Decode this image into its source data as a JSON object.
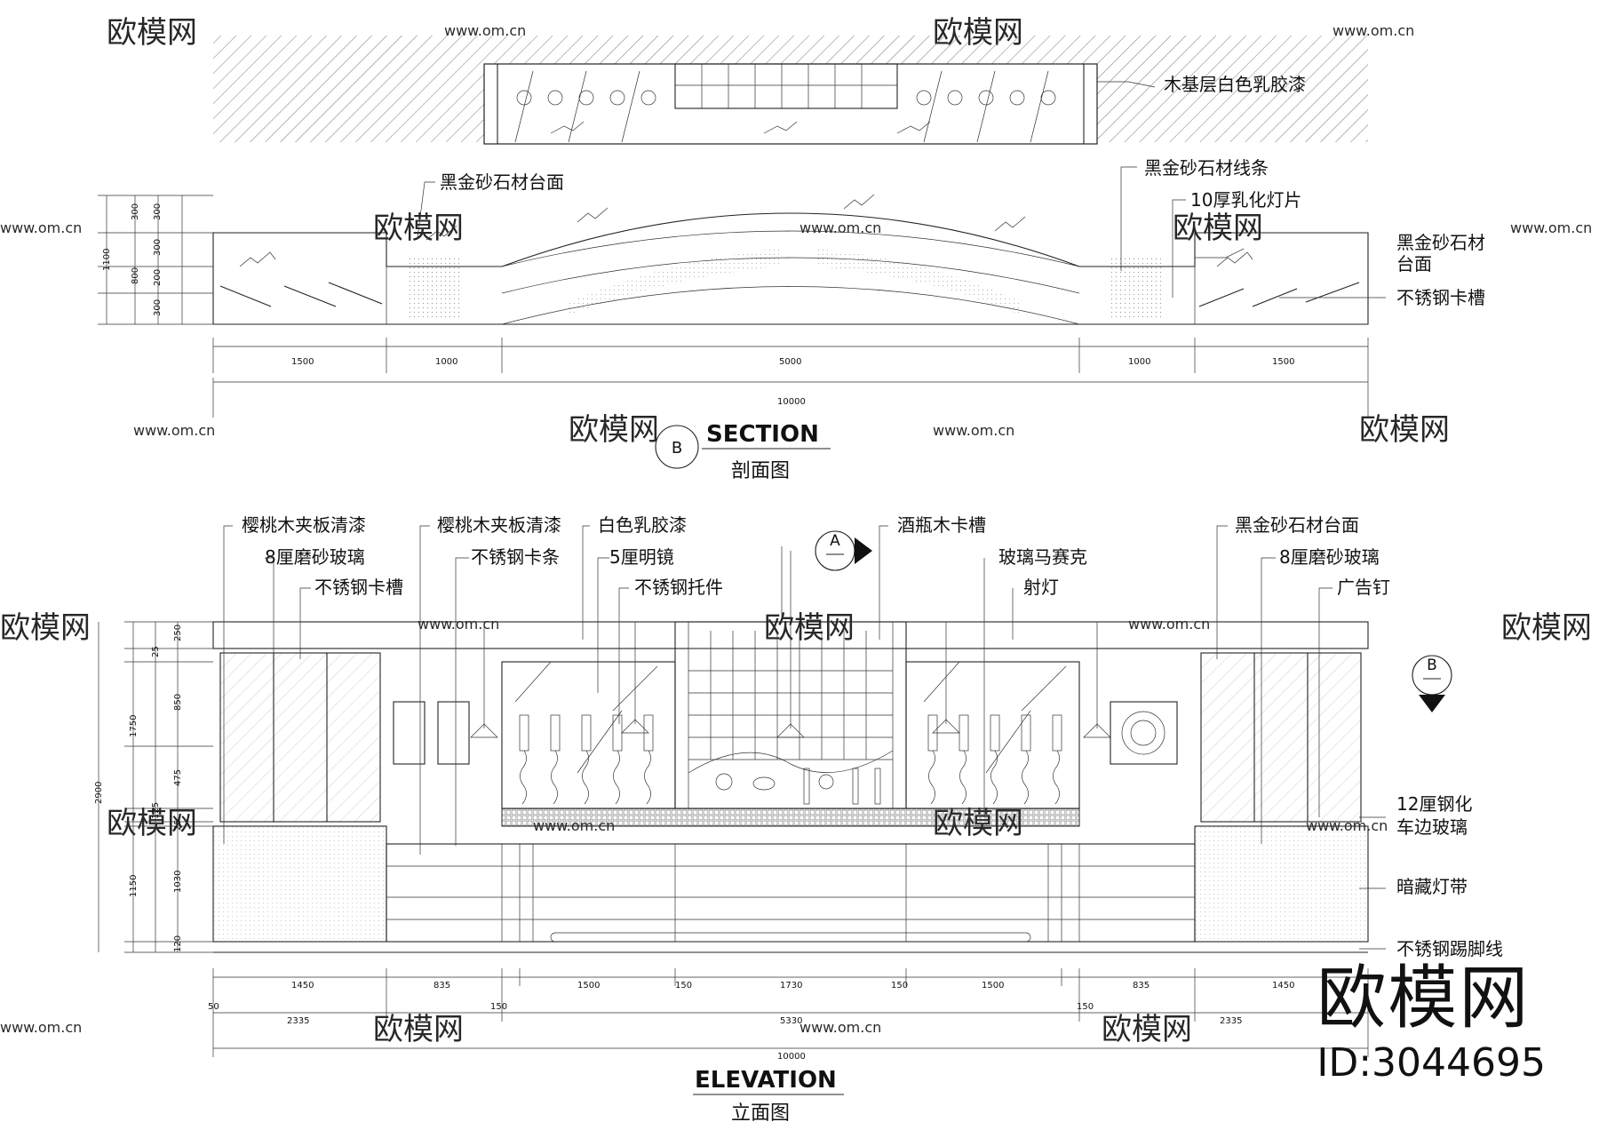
{
  "section": {
    "callout": "B",
    "title_en": "SECTION",
    "title_cn": "剖面图",
    "labels": [
      "木基层白色乳胶漆",
      "黑金砂石材台面",
      "黑金砂石材线条",
      "10厚乳化灯片",
      "黑金砂石材",
      "台面",
      "不锈钢卡槽"
    ],
    "dims_h": [
      "1500",
      "1000",
      "5000",
      "1000",
      "1500",
      "10000"
    ],
    "dims_v": [
      "300",
      "300",
      "300",
      "200",
      "300",
      "800",
      "1100"
    ]
  },
  "elevation": {
    "title_en": "ELEVATION",
    "title_cn": "立面图",
    "callout_a": "A",
    "callout_b": "B",
    "labels": [
      "樱桃木夹板清漆",
      "8厘磨砂玻璃",
      "不锈钢卡槽",
      "樱桃木夹板清漆",
      "不锈钢卡条",
      "白色乳胶漆",
      "5厘明镜",
      "不锈钢托件",
      "酒瓶木卡槽",
      "玻璃马赛克",
      "射灯",
      "黑金砂石材台面",
      "8厘磨砂玻璃",
      "广告钉",
      "12厘钢化",
      "车边玻璃",
      "暗藏灯带",
      "不锈钢踢脚线"
    ],
    "dims_h1": [
      "1450",
      "835",
      "1500",
      "150",
      "1730",
      "150",
      "1500",
      "835",
      "1450"
    ],
    "dims_h2": [
      "50",
      "150",
      "150"
    ],
    "dims_h3": [
      "2335",
      "5330",
      "2335"
    ],
    "dims_total": "10000",
    "dims_v": [
      "250",
      "25",
      "850",
      "475",
      "125",
      "25",
      "1030",
      "120",
      "1750",
      "1150",
      "2900"
    ]
  },
  "watermark": {
    "site": "www.om.cn",
    "brand": "欧模网"
  },
  "brand": {
    "name": "欧模网",
    "id": "ID:3044695"
  }
}
